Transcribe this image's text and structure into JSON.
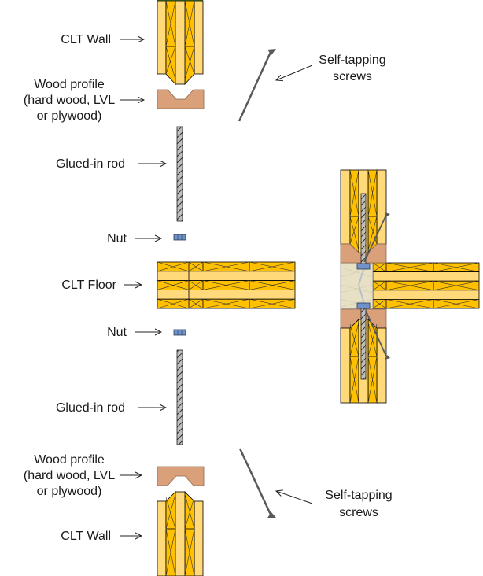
{
  "colors": {
    "lam_light": "#FFD97A",
    "lam_dark": "#FFC000",
    "profile": "#D9A07A",
    "rod_fill": "#BFBFBF",
    "nut_fill": "#6F93C8",
    "screw": "#595959",
    "core": "#E8E0C4",
    "outline": "#000000"
  },
  "labels": {
    "clt_wall_top": "CLT Wall",
    "wood_profile_top": [
      "Wood profile",
      "(hard wood, LVL",
      "or plywood)"
    ],
    "glued_rod_top": "Glued-in rod",
    "nut_top": "Nut",
    "clt_floor": "CLT Floor",
    "nut_bottom": "Nut",
    "glued_rod_bottom": "Glued-in rod",
    "wood_profile_bottom": [
      "Wood profile",
      "(hard wood, LVL",
      "or plywood)"
    ],
    "clt_wall_bottom": "CLT Wall",
    "screws_top": [
      "Self-tapping",
      "screws"
    ],
    "screws_bottom": [
      "Self-tapping",
      "screws"
    ]
  }
}
